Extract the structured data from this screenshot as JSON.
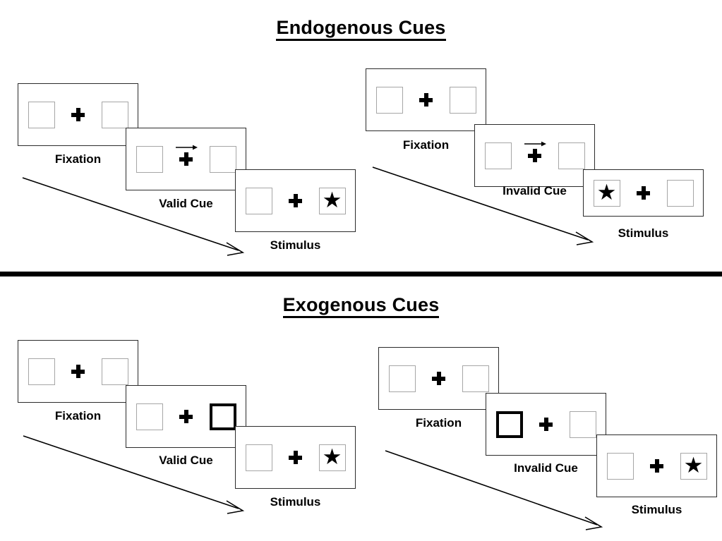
{
  "sections": [
    {
      "id": "endogenous",
      "title": "Endogenous Cues",
      "columns": [
        {
          "id": "endogenous-valid",
          "panels": [
            {
              "caption": "Fixation",
              "cue_type": "none",
              "left_box": "empty",
              "right_box": "empty"
            },
            {
              "caption": "Valid Cue",
              "cue_type": "arrow-right",
              "left_box": "empty",
              "right_box": "empty"
            },
            {
              "caption": "Stimulus",
              "cue_type": "none",
              "left_box": "empty",
              "right_box": "star"
            }
          ]
        },
        {
          "id": "endogenous-invalid",
          "panels": [
            {
              "caption": "Fixation",
              "cue_type": "none",
              "left_box": "empty",
              "right_box": "empty"
            },
            {
              "caption": "Invalid Cue",
              "cue_type": "arrow-right",
              "left_box": "empty",
              "right_box": "empty"
            },
            {
              "caption": "Stimulus",
              "cue_type": "none",
              "left_box": "star",
              "right_box": "empty"
            }
          ]
        }
      ]
    },
    {
      "id": "exogenous",
      "title": "Exogenous Cues",
      "columns": [
        {
          "id": "exogenous-valid",
          "panels": [
            {
              "caption": "Fixation",
              "cue_type": "none",
              "left_box": "empty",
              "right_box": "empty"
            },
            {
              "caption": "Valid Cue",
              "cue_type": "box-highlight-right",
              "left_box": "empty",
              "right_box": "cued"
            },
            {
              "caption": "Stimulus",
              "cue_type": "none",
              "left_box": "empty",
              "right_box": "star"
            }
          ]
        },
        {
          "id": "exogenous-invalid",
          "panels": [
            {
              "caption": "Fixation",
              "cue_type": "none",
              "left_box": "empty",
              "right_box": "empty"
            },
            {
              "caption": "Invalid Cue",
              "cue_type": "box-highlight-left",
              "left_box": "cued",
              "right_box": "empty"
            },
            {
              "caption": "Stimulus",
              "cue_type": "none",
              "left_box": "empty",
              "right_box": "star"
            }
          ]
        }
      ]
    }
  ],
  "glyphs": {
    "star": "★"
  },
  "colors": {
    "frame_border": "#2b2b2b",
    "box_border": "#a6a6a6",
    "cued_box_border": "#000000",
    "divider": "#000000",
    "text": "#000000",
    "background": "#ffffff"
  }
}
